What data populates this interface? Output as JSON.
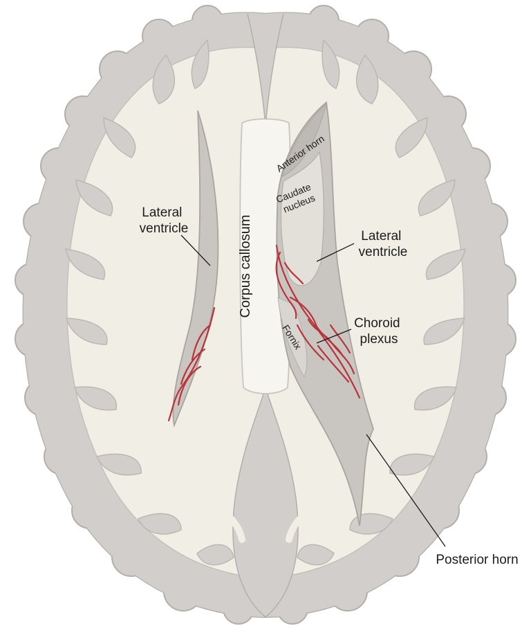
{
  "labels": {
    "lateral_ventricle_left": [
      "Lateral",
      "ventricle"
    ],
    "lateral_ventricle_right": [
      "Lateral",
      "ventricle"
    ],
    "corpus_callosum": "Corpus callosum",
    "anterior_horn": "Anterior horn",
    "caudate_nucleus": [
      "Caudate",
      "nucleus"
    ],
    "choroid_plexus": [
      "Choroid",
      "plexus"
    ],
    "fornix": "Fornix",
    "posterior_horn": "Posterior horn"
  },
  "colors": {
    "background": "#ffffff",
    "gray_matter": "#d2cecb",
    "gray_matter_outline": "#b3aeaa",
    "white_matter": "#f1eee6",
    "ventricle": "#c9c5c0",
    "ventricle_outline": "#a9a49f",
    "corpus_callosum": "#f7f5f0",
    "choroid_vessel": "#b7343a",
    "label_text": "#1c1c1c"
  }
}
